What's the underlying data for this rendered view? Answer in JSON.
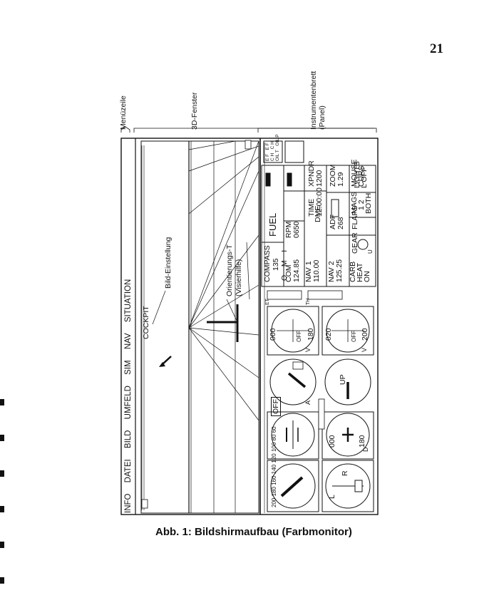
{
  "page_number": "21",
  "menu": {
    "items": [
      "INFO",
      "DATEI",
      "BILD",
      "UMFELD",
      "SIM",
      "NAV",
      "SITUATION"
    ]
  },
  "view_label": "COCKPIT",
  "annotations": {
    "menuzeile": "Menüzeile",
    "fenster": "3D-Fenster",
    "panel_line1": "Instrumentenbrett",
    "panel_line2": "(Panel)",
    "bild_einstellung": "Bild-Einstellung",
    "orientierung_line1": "Orientierungs-T",
    "orientierung_line2": "(Visierhilfe)"
  },
  "instruments": {
    "airspeed_ticks": [
      "200",
      "180",
      "160",
      "140",
      "120",
      "100",
      "80",
      "60"
    ],
    "heading_values": [
      "000",
      "180"
    ],
    "off_label": "OFF",
    "nav_gauges": [
      {
        "top": "000",
        "bottom": "180",
        "flag": "OFF",
        "badge": "V"
      },
      {
        "top": "020",
        "bottom": "200",
        "flag": "OFF",
        "badge": "V"
      }
    ],
    "altimeter_badge": "A",
    "dg_badge": "D",
    "vsi_label": "UP",
    "et_label": "ET",
    "th_label": "TH",
    "turn_coord_l": "L",
    "turn_coord_r": "R"
  },
  "panel": {
    "compass_label": "COMPASS",
    "compass_value": "135",
    "compass_markers": [
      "O",
      "M",
      "I"
    ],
    "fuel_label": "FUEL",
    "fuel_gauge_marks": [
      "E",
      "F",
      "C",
      "H",
      "OIL T",
      "E",
      "F",
      "C",
      "H",
      "OIL P"
    ],
    "rpm_label": "RPM",
    "rpm_value": "0650",
    "time_label": "TIME",
    "time_value": "12:00:00",
    "xpndr_label": "XPNDR",
    "xpndr_value": "1200",
    "com_label": "COM",
    "com_value": "124.85",
    "nav1_label": "NAV 1",
    "nav1_value": "110.00",
    "dme_label": "DME",
    "zoom_label": "ZOOM",
    "zoom_value": "1.29",
    "nav2_label": "NAV 2",
    "nav2_value": "125.25",
    "adf_label": "ADF",
    "adf_value": "268",
    "mouse_label": "MOUSE",
    "mouse_value": "CURS",
    "carb_label": "CARB",
    "carb_heat": "HEAT",
    "carb_value": "ON",
    "gear_label": "GEAR",
    "flaps_label": "FLAPS",
    "mags_label": "MAGS",
    "mags_value": "1 2",
    "mags_state": "BOTH",
    "lights_label": "LIGHTS",
    "lights_value": "OFF",
    "gear_marks": [
      "U"
    ],
    "lights_mark": "L"
  },
  "caption": "Abb. 1: Bildshirmaufbau (Farbmonitor)"
}
